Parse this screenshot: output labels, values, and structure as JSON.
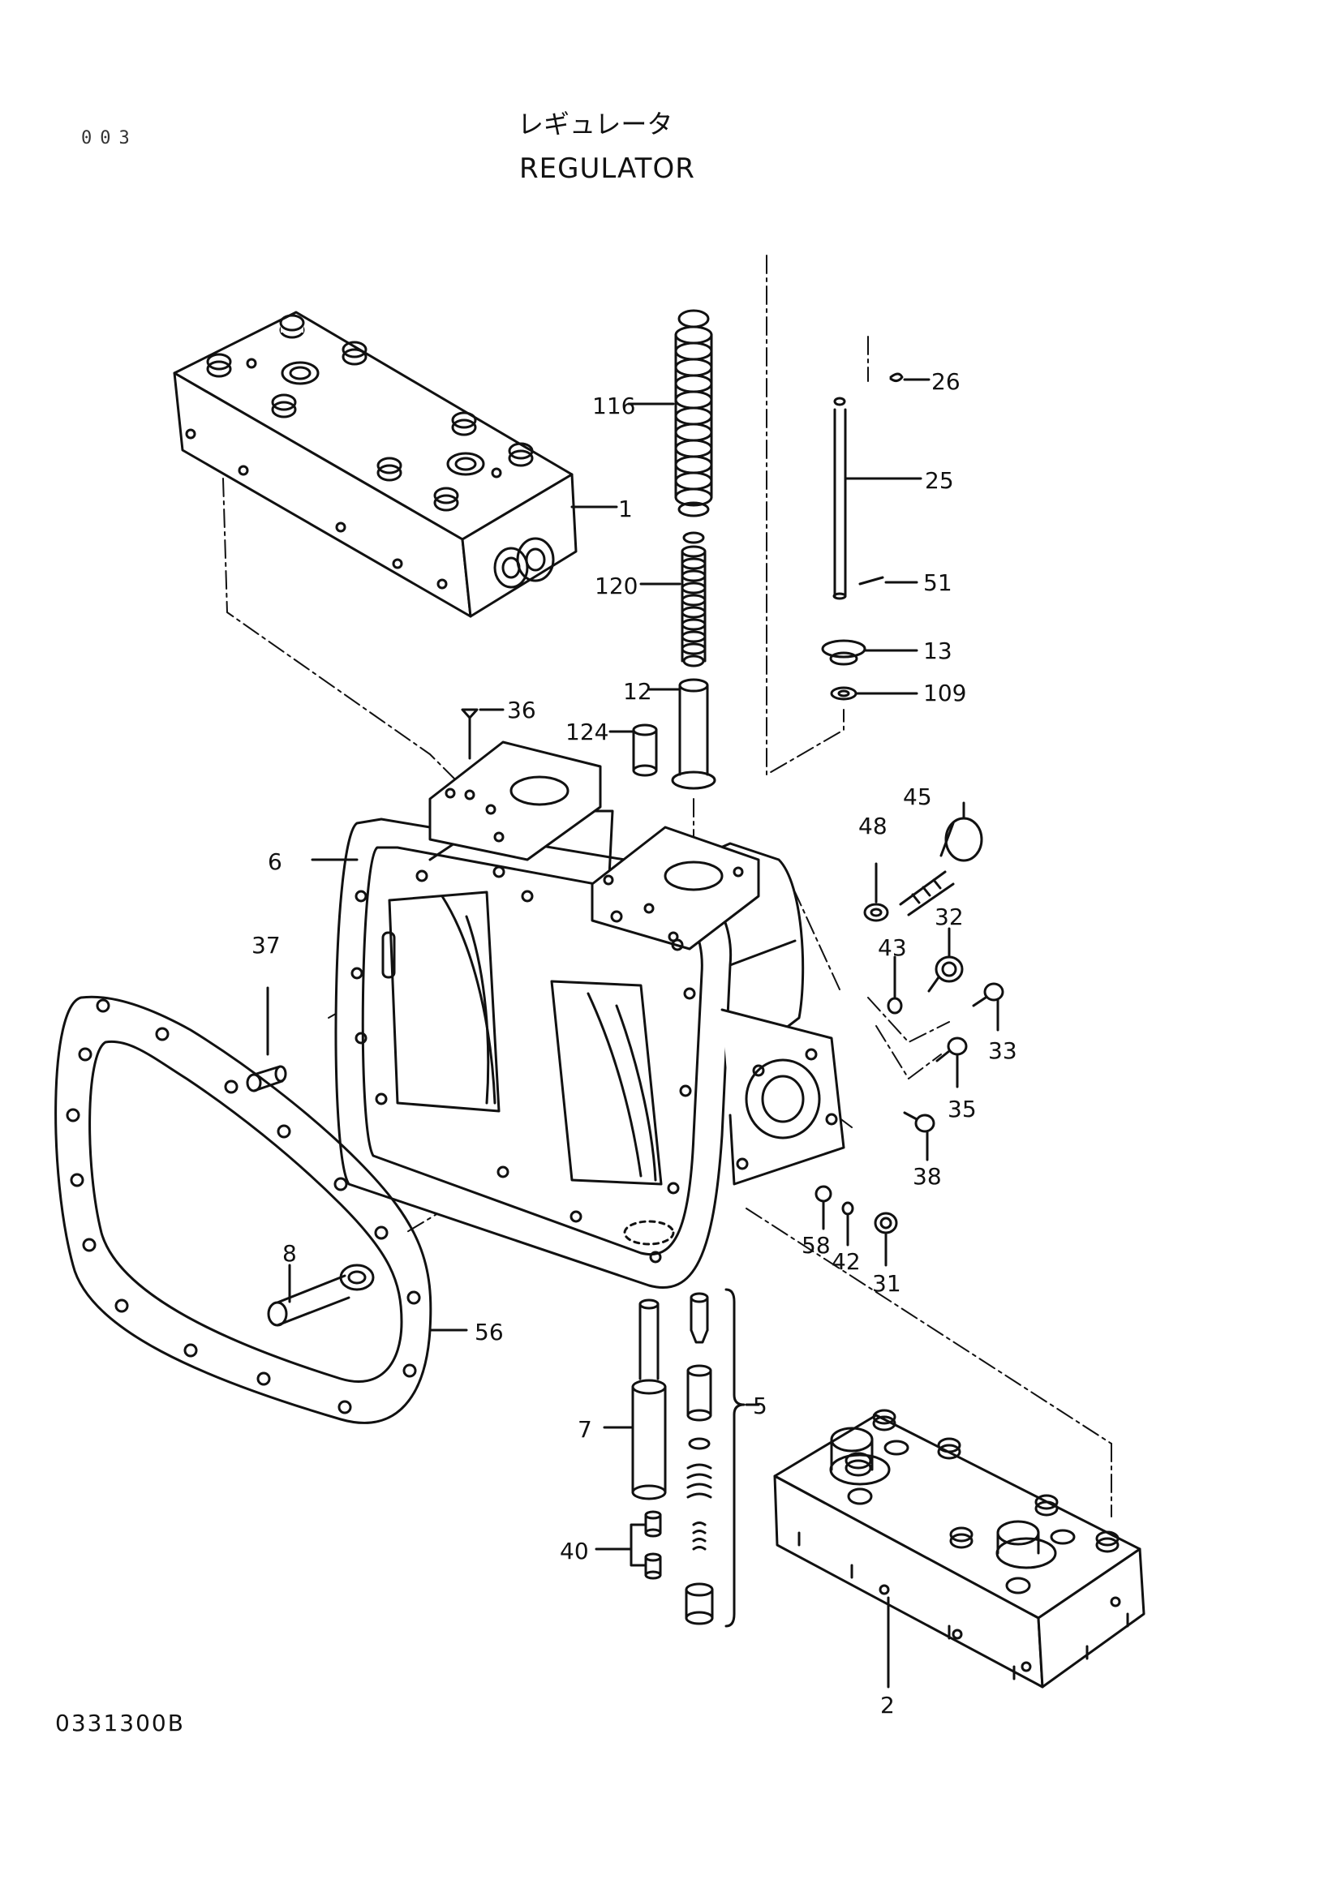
{
  "page_number": "003",
  "title_japanese": "レギュレータ",
  "title": "REGULATOR",
  "drawing_number": "0331300B",
  "callouts": {
    "c1": "1",
    "c2": "2",
    "c5": "5",
    "c6": "6",
    "c7": "7",
    "c8": "8",
    "c12": "12",
    "c13": "13",
    "c25": "25",
    "c26": "26",
    "c31": "31",
    "c32": "32",
    "c33": "33",
    "c35": "35",
    "c36": "36",
    "c37": "37",
    "c38": "38",
    "c40": "40",
    "c42": "42",
    "c43": "43",
    "c45": "45",
    "c48": "48",
    "c51": "51",
    "c56": "56",
    "c58": "58",
    "c109": "109",
    "c116": "116",
    "c120": "120",
    "c124": "124"
  }
}
